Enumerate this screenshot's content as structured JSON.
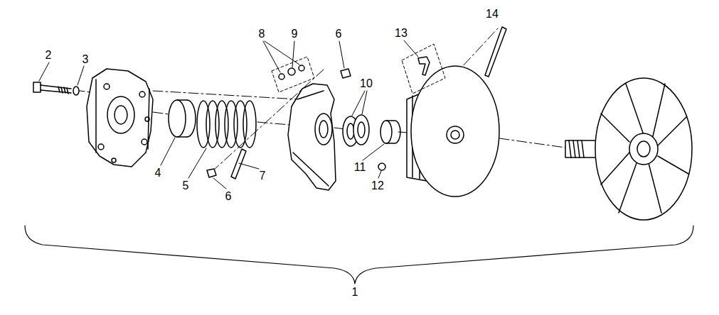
{
  "diagram": {
    "labels": [
      "2",
      "3",
      "8",
      "9",
      "6",
      "13",
      "14",
      "10",
      "4",
      "5",
      "7",
      "11",
      "12",
      "6",
      "1"
    ]
  }
}
